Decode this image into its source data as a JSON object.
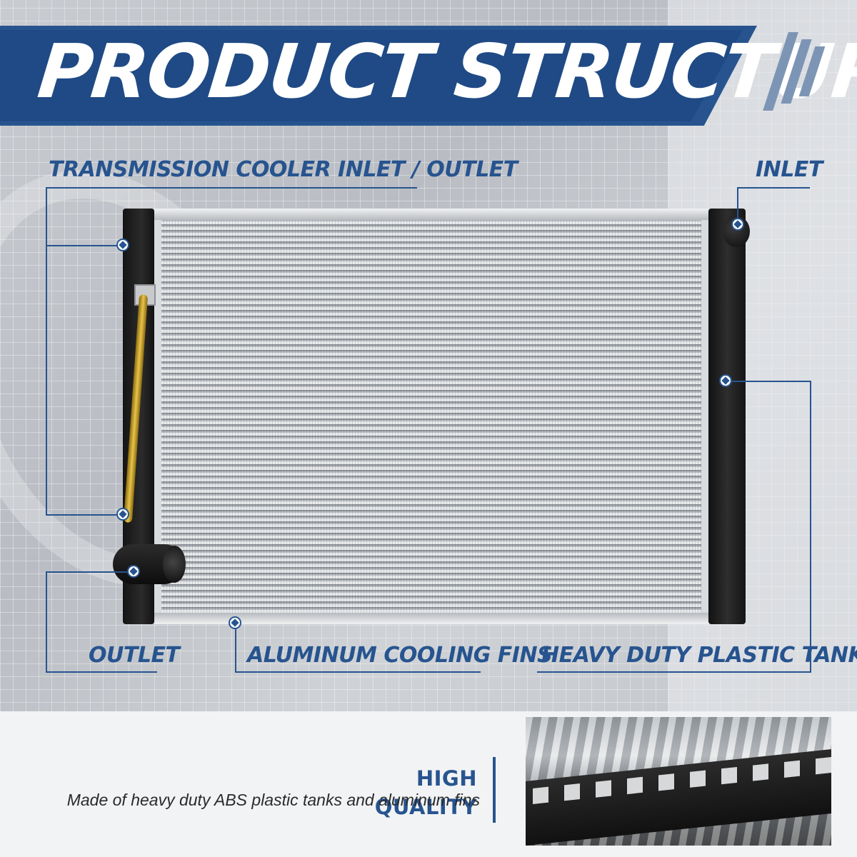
{
  "banner": {
    "title": "PRODUCT STRUCTURE"
  },
  "callouts": {
    "transmission": "TRANSMISSION COOLER INLET / OUTLET",
    "inlet": "INLET",
    "outlet": "OUTLET",
    "fins": "ALUMINUM COOLING FINS",
    "tank": "HEAVY DUTY PLASTIC TANK"
  },
  "feature": {
    "title": "HIGH QUALITY",
    "description": "Made of heavy duty ABS plastic tanks and aluminum fins"
  },
  "colors": {
    "accent": "#27548f",
    "banner": "#1f4a85"
  }
}
